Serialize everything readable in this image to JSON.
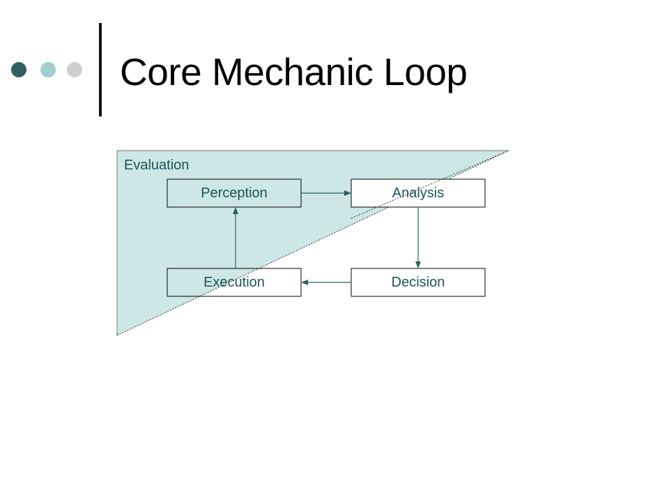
{
  "slide": {
    "title": "Core Mechanic Loop"
  },
  "diagram": {
    "region_label": "Evaluation",
    "nodes": {
      "perception": "Perception",
      "analysis": "Analysis",
      "execution": "Execution",
      "decision": "Decision"
    },
    "colors": {
      "region_fill": "#cde6e6",
      "stroke": "#2a5d61",
      "text": "#1e5357"
    }
  }
}
